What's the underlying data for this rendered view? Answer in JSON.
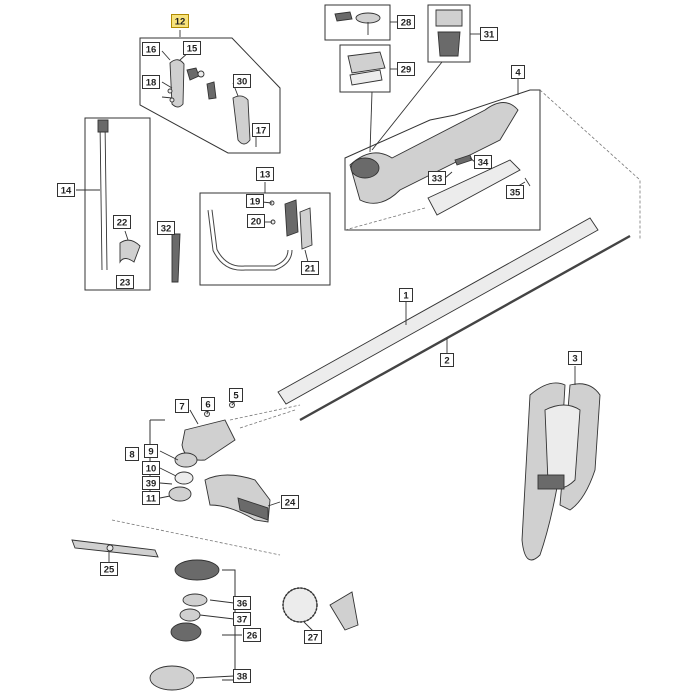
{
  "highlight_color": "#f7e27c",
  "callouts": {
    "c1": "1",
    "c2": "2",
    "c3": "3",
    "c4": "4",
    "c5": "5",
    "c6": "6",
    "c7": "7",
    "c8": "8",
    "c9": "9",
    "c10": "10",
    "c11": "11",
    "c12": "12",
    "c13": "13",
    "c14": "14",
    "c15": "15",
    "c16": "16",
    "c17": "17",
    "c18": "18",
    "c19": "19",
    "c20": "20",
    "c21": "21",
    "c22": "22",
    "c23": "23",
    "c24": "24",
    "c25": "25",
    "c26": "26",
    "c27": "27",
    "c28": "28",
    "c29": "29",
    "c30": "30",
    "c31": "31",
    "c32": "32",
    "c33": "33",
    "c34": "34",
    "c35": "35",
    "c36": "36",
    "c37": "37",
    "c38": "38",
    "c39": "39"
  },
  "highlighted": "12"
}
